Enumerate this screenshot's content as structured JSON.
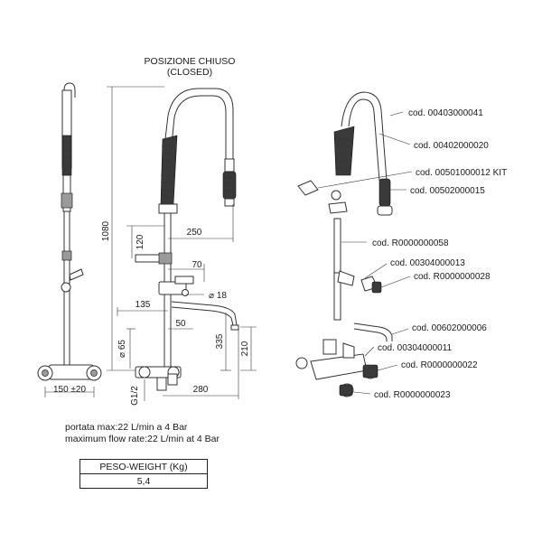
{
  "title": {
    "line1": "POSIZIONE CHIUSO",
    "line2": "(CLOSED)"
  },
  "dimensions": {
    "total_height": "1080",
    "d120": "120",
    "d250": "250",
    "d70": "70",
    "d135": "135",
    "d18": "⌀ 18",
    "d50": "50",
    "d65": "⌀ 65",
    "d335": "335",
    "d210": "210",
    "d280": "280",
    "g12": "G1/2",
    "d150": "150 ±20"
  },
  "part_codes": [
    "cod. 00403000041",
    "cod. 00402000020",
    "cod. 00501000012 KIT",
    "cod. 00502000015",
    "cod. R0000000058",
    "cod. 00304000013",
    "cod. R0000000028",
    "cod. 00602000006",
    "cod. 00304000011",
    "cod. R0000000022",
    "cod. R0000000023"
  ],
  "notes": {
    "flow_it": "portata max:22 L/min a 4 Bar",
    "flow_en": "maximum flow rate:22 L/min at 4 Bar"
  },
  "weight_table": {
    "header": "PESO-WEIGHT (Kg)",
    "value": "5,4"
  }
}
